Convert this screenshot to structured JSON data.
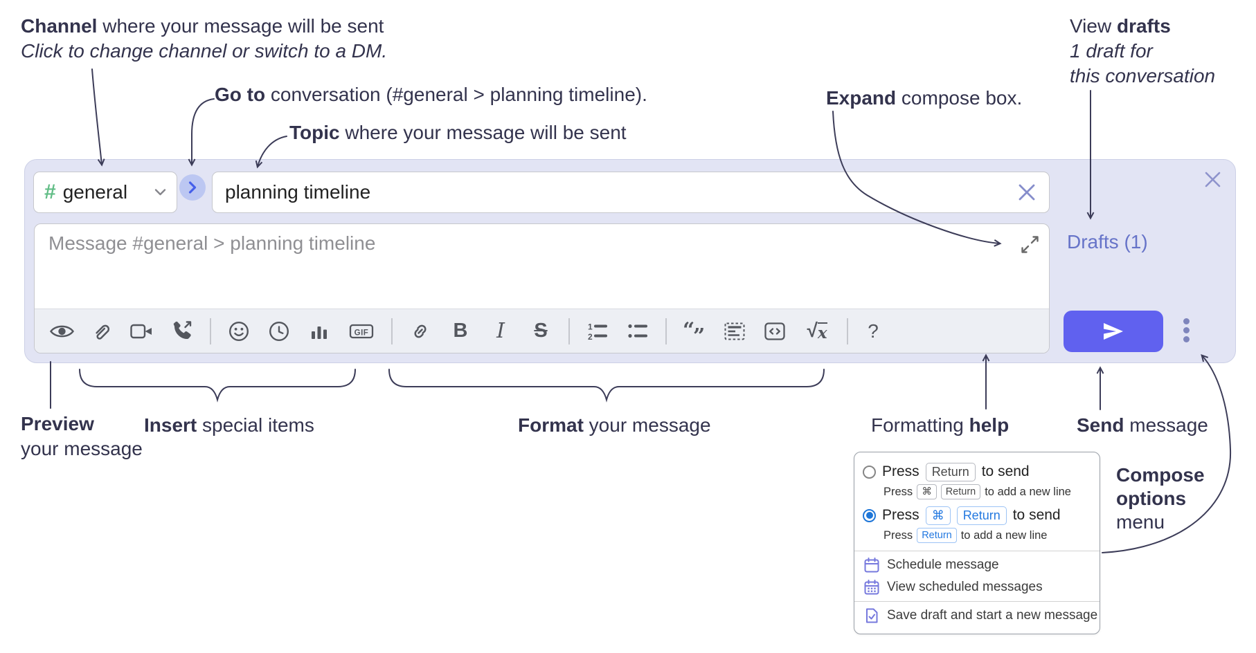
{
  "annotations": {
    "channel": {
      "bold": "Channel",
      "rest": " where your message will be sent",
      "italic": "Click to change channel or switch to a DM."
    },
    "goto": {
      "bold": "Go to",
      "rest": " conversation (#general > planning timeline)."
    },
    "topic": {
      "bold": "Topic",
      "rest": " where your message will be sent"
    },
    "expand": {
      "bold": "Expand",
      "rest": " compose box."
    },
    "drafts": {
      "pre": "View ",
      "bold": "drafts",
      "line2": "1 draft for",
      "line3": "this conversation"
    },
    "preview": {
      "bold": "Preview",
      "line2": "your message"
    },
    "insert": {
      "bold": "Insert",
      "rest": " special items"
    },
    "format": {
      "bold": "Format",
      "rest": " your message"
    },
    "help": {
      "pre": "Formatting ",
      "bold": "help"
    },
    "send": {
      "bold": "Send",
      "rest": " message"
    },
    "compose_options": {
      "line1": "Compose",
      "line2": "options",
      "line3": "menu"
    }
  },
  "compose": {
    "channel": {
      "hash": "#",
      "label": "general"
    },
    "topic": {
      "value": "planning timeline"
    },
    "message": {
      "placeholder": "Message #general > planning timeline"
    },
    "drafts_label": "Drafts (1)",
    "toolbar": {
      "gif": "GIF",
      "bold": "B",
      "italic": "I",
      "strike": "S",
      "ol_one": "1",
      "ol_two": "2",
      "quote_open": "“",
      "quote_close": "”",
      "sqrt_radical": "√",
      "sqrt_var": "x",
      "help": "?"
    }
  },
  "popup": {
    "opt1": {
      "press": "Press",
      "key1": "Return",
      "tail": "to send"
    },
    "opt1sub": {
      "press": "Press",
      "key1": "⌘",
      "key2": "Return",
      "tail": "to add a new line"
    },
    "opt2": {
      "press": "Press",
      "key1": "⌘",
      "key2": "Return",
      "tail": "to send"
    },
    "opt2sub": {
      "press": "Press",
      "key1": "Return",
      "tail": "to add a new line"
    },
    "items": {
      "schedule": "Schedule message",
      "view_scheduled": "View scheduled messages",
      "save_draft": "Save draft and start a new message"
    }
  },
  "colors": {
    "send_button": "#6061ef",
    "drafts_link": "#6673c8",
    "channel_green": "#61bd86",
    "radio_selected": "#1e76d8",
    "kbd_blue": "#2479e0",
    "menu_icon": "#7678dd",
    "annotation_ink": "#33334d",
    "compose_bg": "#e2e4f4"
  }
}
